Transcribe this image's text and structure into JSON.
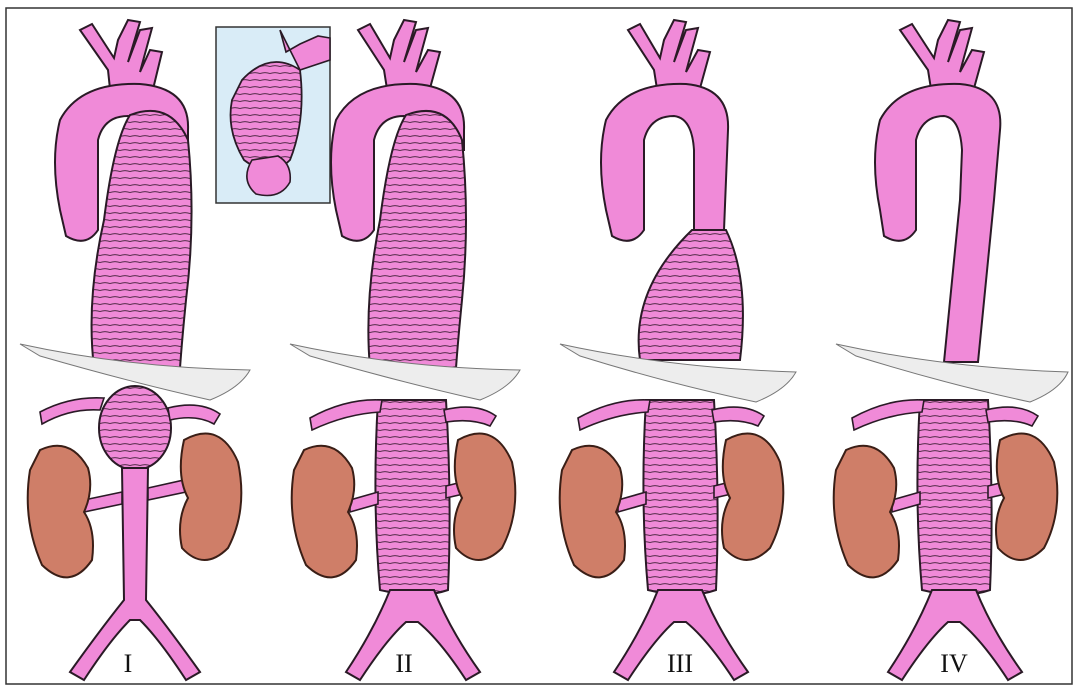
{
  "figure": {
    "colors": {
      "aorta": "#f08ad8",
      "aorta_stroke": "#2a1a26",
      "kidney": "#cf7e68",
      "kidney_stroke": "#3a1e16",
      "diaphragm": "#c9c9c9",
      "inset_bg": "#d9ecf7",
      "border": "#333333"
    },
    "panels": [
      {
        "label": "I"
      },
      {
        "label": "II"
      },
      {
        "label": "III"
      },
      {
        "label": "IV"
      }
    ],
    "inset": {
      "label": ""
    }
  }
}
